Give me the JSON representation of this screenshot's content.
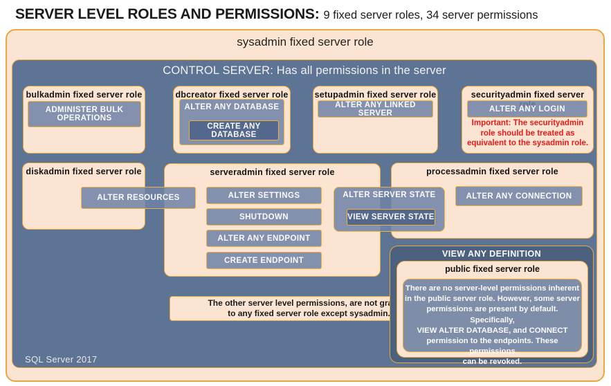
{
  "title": {
    "main": "SERVER LEVEL ROLES AND PERMISSIONS:",
    "subtitle": "9 fixed server roles, 34 server permissions"
  },
  "sysadmin_label": "sysadmin fixed server role",
  "control_label": "CONTROL SERVER: Has all permissions in the server",
  "roles": {
    "bulkadmin": {
      "title": "bulkadmin fixed server role",
      "permission": "ADMINISTER  BULK\nOPERATIONS"
    },
    "dbcreator": {
      "title": "dbcreator fixed server role",
      "permission_outer": "ALTER ANY DATABASE",
      "permission_inner": "CREATE  ANY DATABASE"
    },
    "setupadmin": {
      "title": "setupadmin fixed server role",
      "permission": "ALTER ANY LINKED SERVER"
    },
    "securityadmin": {
      "title": "securityadmin  fixed server role",
      "permission": "ALTER ANY LOGIN",
      "warning": "Important:  The securityadmin\nrole should  be treated  as\nequivalent to  the  sysadmin role."
    },
    "diskadmin": {
      "title": "diskadmin  fixed server role",
      "permission": "ALTER RESOURCES"
    },
    "serveradmin": {
      "title": "serveradmin fixed server role",
      "perms": [
        "ALTER SETTINGS",
        "SHUTDOWN",
        "ALTER ANY ENDPOINT",
        "CREATE ENDPOINT"
      ],
      "permission_outer": "ALTER SERVER STATE",
      "permission_inner": "VIEW SERVER STATE"
    },
    "processadmin": {
      "title": "processadmin  fixed server role",
      "permission": "ALTER ANY CONNECTION"
    },
    "public": {
      "container_label": "VIEW ANY DEFINITION",
      "title": "public fixed server role",
      "body": "There are no server-level permissions inherent\nin the public server role. However, some server\npermissions are present by default. Specifically,\nVIEW ALTER DATABASE, and CONNECT\npermission to the endpoints. These permissions\ncan be revoked."
    }
  },
  "footnote": "The other server level permissions,  are not granted\nto any fixed server role except sysadmin.",
  "footer": "SQL Server  2017",
  "colors": {
    "peach": "#FBE5D2",
    "gold_border": "#E9A83D",
    "control_blue": "#5D7495",
    "permission_gray": "#8492AE",
    "permission_dark": "#54678C",
    "definition_dark": "#4C6080",
    "public_body_gray": "#7E8DA8",
    "warning_red": "#E51A1A"
  }
}
